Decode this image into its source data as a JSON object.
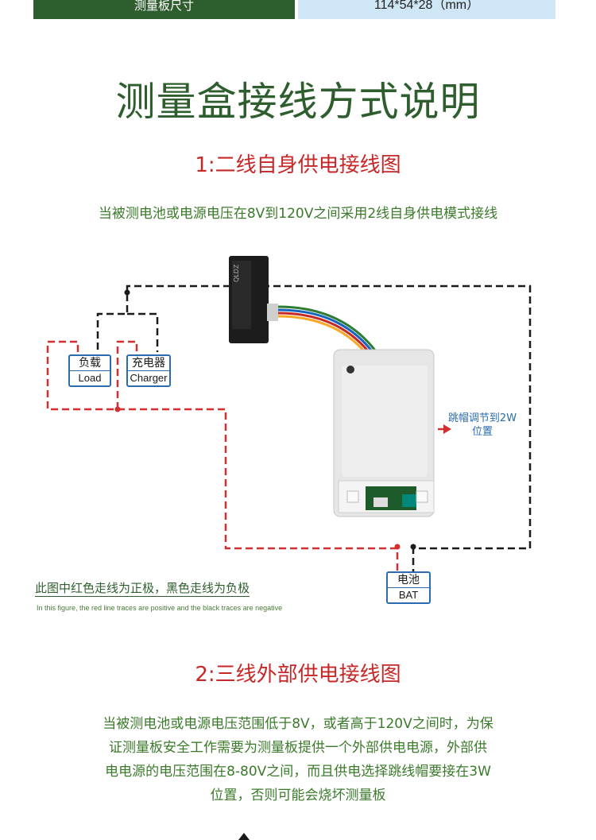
{
  "top_row": {
    "label": "测量板尺寸",
    "value": "114*54*28（mm）"
  },
  "title": "测量盒接线方式说明",
  "section1": {
    "title": "1:二线自身供电接线图",
    "desc": "当被测电池或电源电压在8V到120V之间采用2线自身供电模式接线",
    "load_cn": "负载",
    "load_en": "Load",
    "charger_cn": "充电器",
    "charger_en": "Charger",
    "bat_cn": "电池",
    "bat_en": "BAT",
    "jumper_note": "跳帽调节到2W位置",
    "note_cn": "此图中红色走线为正极，黑色走线为负极",
    "note_en": "In this figure, the red line traces are positive and the black traces are negative",
    "shunt_label": "QLDZ",
    "colors": {
      "positive": "#d32f2f",
      "negative": "#1a1a1a",
      "label_border": "#2b6cb0"
    }
  },
  "section2": {
    "title": "2:三线外部供电接线图",
    "desc_lines": [
      "当被测电池或电源电压范围低于8V，或者高于120V之间时，为保",
      "证测量板安全工作需要为测量板提供一个外部供电电源，外部供",
      "电电源的电压范围在8-80V之间，而且供电选择跳线帽要接在3W",
      "位置，否则可能会烧坏测量板"
    ]
  }
}
